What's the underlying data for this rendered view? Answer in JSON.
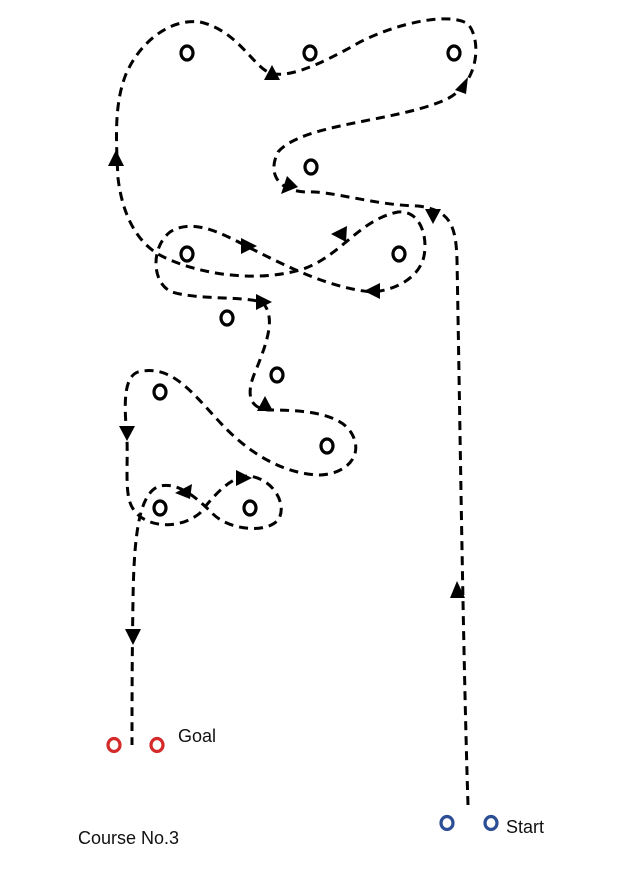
{
  "course_title": "Course No.3",
  "goal_label": "Goal",
  "start_label": "Start",
  "colors": {
    "path": "#000000",
    "cone": "#000000",
    "goal_marker": "#d42a2a",
    "start_marker": "#2c4e94"
  },
  "icons": {
    "cone": "ring",
    "direction": "triangle-arrow",
    "start": "blue-ring-pair",
    "goal": "red-ring-pair"
  }
}
